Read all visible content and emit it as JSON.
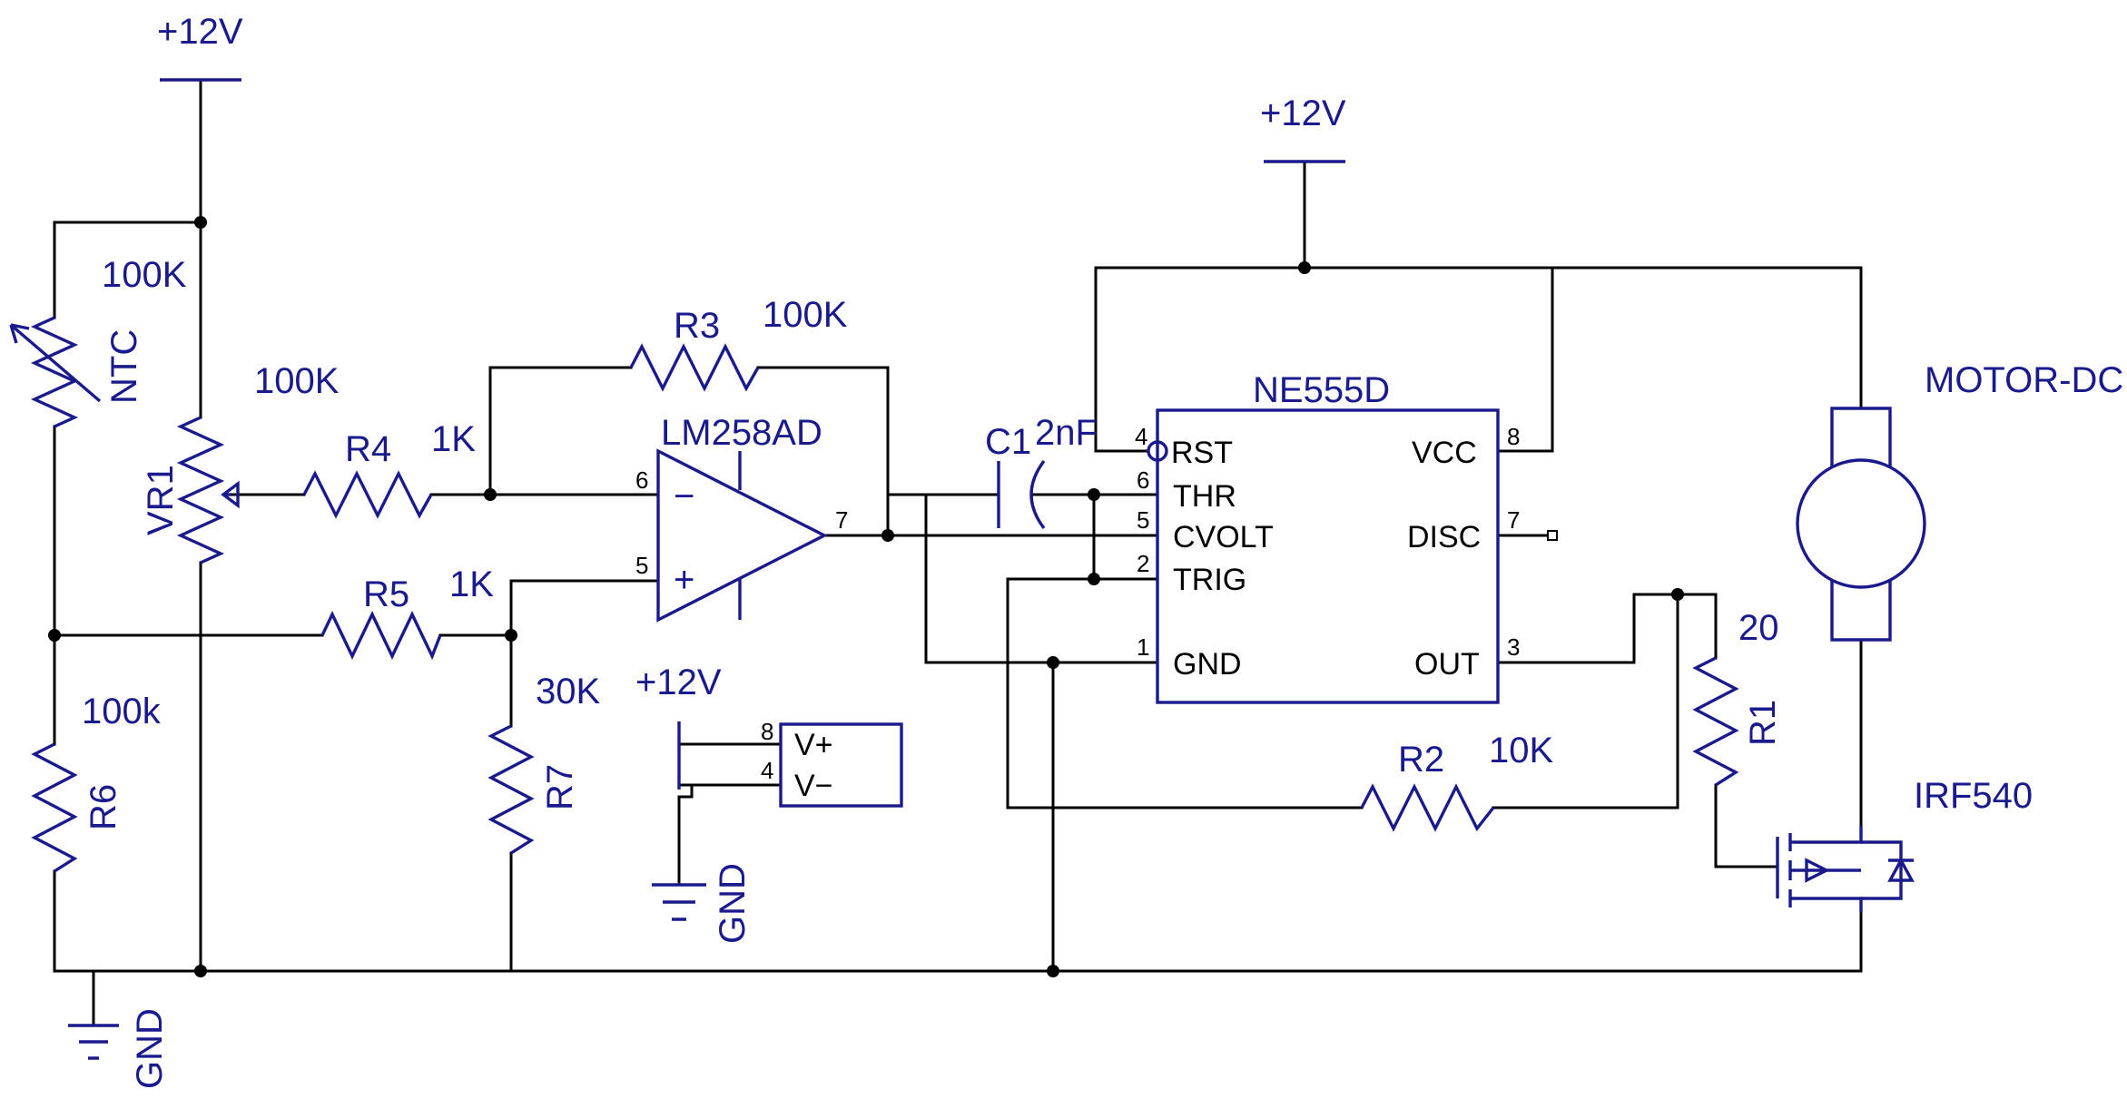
{
  "power_labels": {
    "top_left": "+12V",
    "top_right": "+12V",
    "opamp_supply": "+12V"
  },
  "ground_labels": {
    "main": "GND",
    "opamp": "GND"
  },
  "components": {
    "ntc": {
      "value": "100K",
      "name": "NTC"
    },
    "vr1": {
      "name": "VR1",
      "value": "100K"
    },
    "r6": {
      "name": "R6",
      "value": "100k"
    },
    "r4": {
      "name": "R4",
      "value": "1K"
    },
    "r5": {
      "name": "R5",
      "value": "1K"
    },
    "r3": {
      "name": "R3",
      "value": "100K"
    },
    "r7": {
      "name": "R7",
      "value": "30K"
    },
    "r2": {
      "name": "R2",
      "value": "10K"
    },
    "r1": {
      "name": "R1",
      "value": "20"
    },
    "c1": {
      "name": "C1",
      "value": "2nF"
    },
    "opamp": {
      "name": "LM258AD",
      "minus": "−",
      "plus": "+",
      "pin_inv": "6",
      "pin_noninv": "5",
      "pin_out": "7"
    },
    "opamp_power": {
      "vplus": "V+",
      "vminus": "V−",
      "pin_vplus": "8",
      "pin_vminus": "4"
    },
    "timer": {
      "name": "NE555D",
      "left_pins": [
        {
          "num": "4",
          "label": "RST"
        },
        {
          "num": "6",
          "label": "THR"
        },
        {
          "num": "5",
          "label": "CVOLT"
        },
        {
          "num": "2",
          "label": "TRIG"
        },
        {
          "num": "1",
          "label": "GND"
        }
      ],
      "right_pins": [
        {
          "num": "8",
          "label": "VCC"
        },
        {
          "num": "7",
          "label": "DISC"
        },
        {
          "num": "3",
          "label": "OUT"
        }
      ]
    },
    "motor": {
      "name": "MOTOR-DC"
    },
    "mosfet": {
      "name": "IRF540"
    }
  }
}
